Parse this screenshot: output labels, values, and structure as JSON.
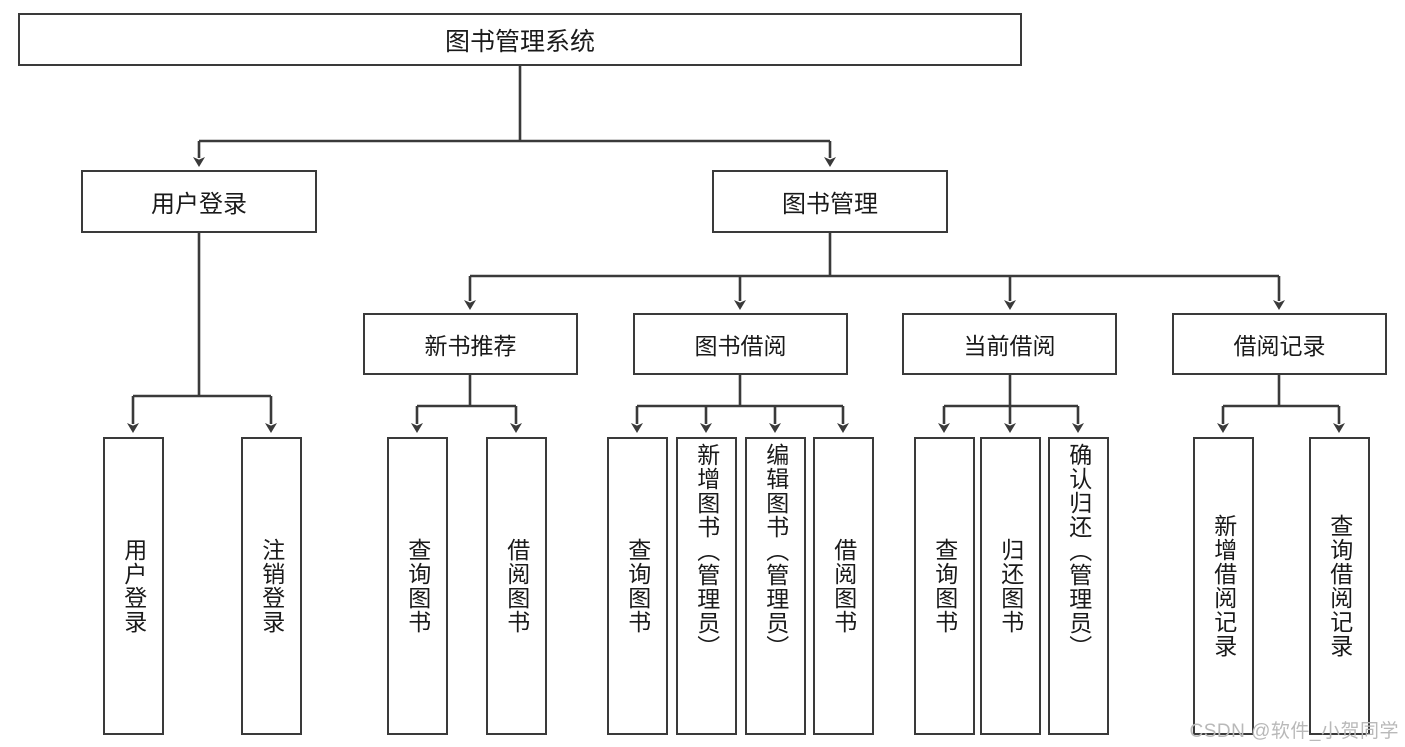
{
  "diagram": {
    "type": "tree-hierarchy",
    "title": "图书管理系统",
    "root": {
      "label": "图书管理系统"
    },
    "level2": [
      {
        "label": "用户登录"
      },
      {
        "label": "图书管理"
      }
    ],
    "level3": [
      {
        "label": "新书推荐"
      },
      {
        "label": "图书借阅"
      },
      {
        "label": "当前借阅"
      },
      {
        "label": "借阅记录"
      }
    ],
    "leaves": {
      "user_login": [
        {
          "label": "用户登录"
        },
        {
          "label": "注销登录"
        }
      ],
      "new_book_recommend": [
        {
          "label": "查询图书"
        },
        {
          "label": "借阅图书"
        }
      ],
      "book_borrow": [
        {
          "label": "查询图书"
        },
        {
          "label": "新增图书（管理员）"
        },
        {
          "label": "编辑图书（管理员）"
        },
        {
          "label": "借阅图书"
        }
      ],
      "current_borrow": [
        {
          "label": "查询图书"
        },
        {
          "label": "归还图书"
        },
        {
          "label": "确认归还（管理员）"
        }
      ],
      "borrow_record": [
        {
          "label": "新增借阅记录"
        },
        {
          "label": "查询借阅记录"
        }
      ]
    }
  },
  "watermark": {
    "text": "CSDN @软件_小贺同学"
  },
  "colors": {
    "border": "#3a3a3a",
    "text": "#1a1a1a",
    "background": "#ffffff",
    "watermark": "#b9b9b9"
  }
}
